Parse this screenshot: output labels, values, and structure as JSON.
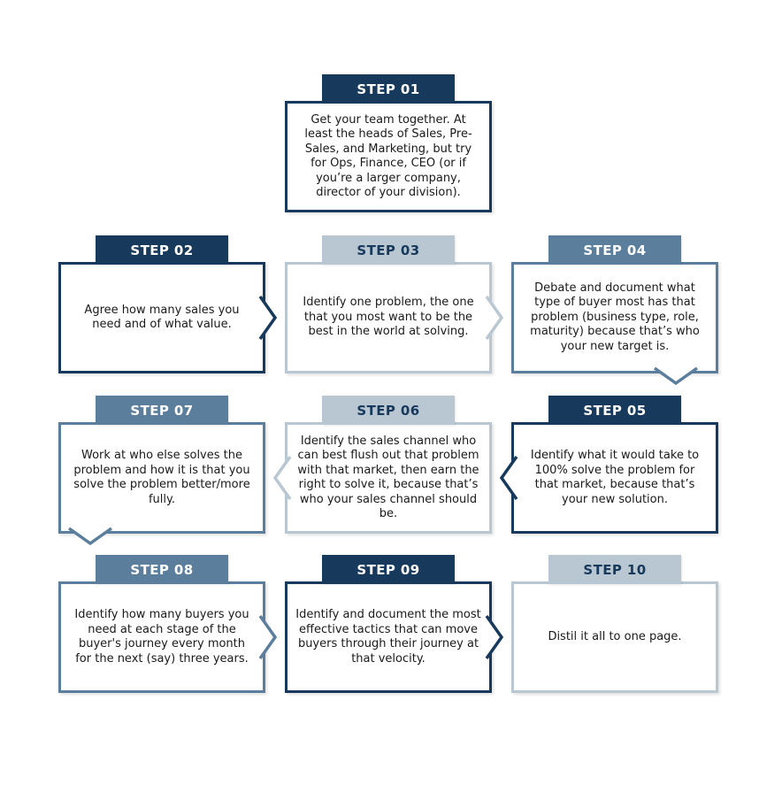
{
  "palette": {
    "navy": "#17395C",
    "steel": "#5A7E9C",
    "light": "#B9C7D2",
    "body_text": "#1A1A1A",
    "box_fill": "#FFFFFF",
    "tab_text_on_dark": "#FFFFFF"
  },
  "diagram": {
    "type": "stepped-process-flow",
    "step_count": 10,
    "flow_order": "snake: row1 center, row2 left-to-right, row3 right-to-left, row4 left-to-right"
  },
  "steps": [
    {
      "label": "STEP 01",
      "color": "navy",
      "arrow": "none",
      "text": "Get your team together. At least the heads of Sales, Pre-Sales, and Marketing, but try for Ops, Finance, CEO (or if you’re a larger company, director of your division)."
    },
    {
      "label": "STEP 02",
      "color": "navy",
      "arrow": "right",
      "text": "Agree how many sales you need and of what value."
    },
    {
      "label": "STEP 03",
      "color": "light",
      "arrow": "right",
      "text": "Identify one problem, the one that you most want to be the best in the world at solving."
    },
    {
      "label": "STEP 04",
      "color": "steel",
      "arrow": "down",
      "text": "Debate and document what type of buyer most has that problem (business type, role, maturity) because that’s who your new target is."
    },
    {
      "label": "STEP 05",
      "color": "navy",
      "arrow": "left",
      "text": "Identify what it would take to 100% solve the problem for that market, because that’s your new solution."
    },
    {
      "label": "STEP 06",
      "color": "light",
      "arrow": "left",
      "text": "Identify the sales channel who can best flush out that problem with that market, then earn the right to solve it, because that’s who your sales channel should be."
    },
    {
      "label": "STEP 07",
      "color": "steel",
      "arrow": "down",
      "text": "Work at who else solves the problem and how it is that you solve the problem better/more fully."
    },
    {
      "label": "STEP 08",
      "color": "steel",
      "arrow": "right",
      "text": "Identify how many buyers you need at each stage of the buyer's journey every month for the next (say) three years."
    },
    {
      "label": "STEP 09",
      "color": "navy",
      "arrow": "right",
      "text": "Identify and document the most effective tactics that can move buyers through their journey at that velocity."
    },
    {
      "label": "STEP 10",
      "color": "light",
      "arrow": "none",
      "text": "Distil it all to one page."
    }
  ]
}
